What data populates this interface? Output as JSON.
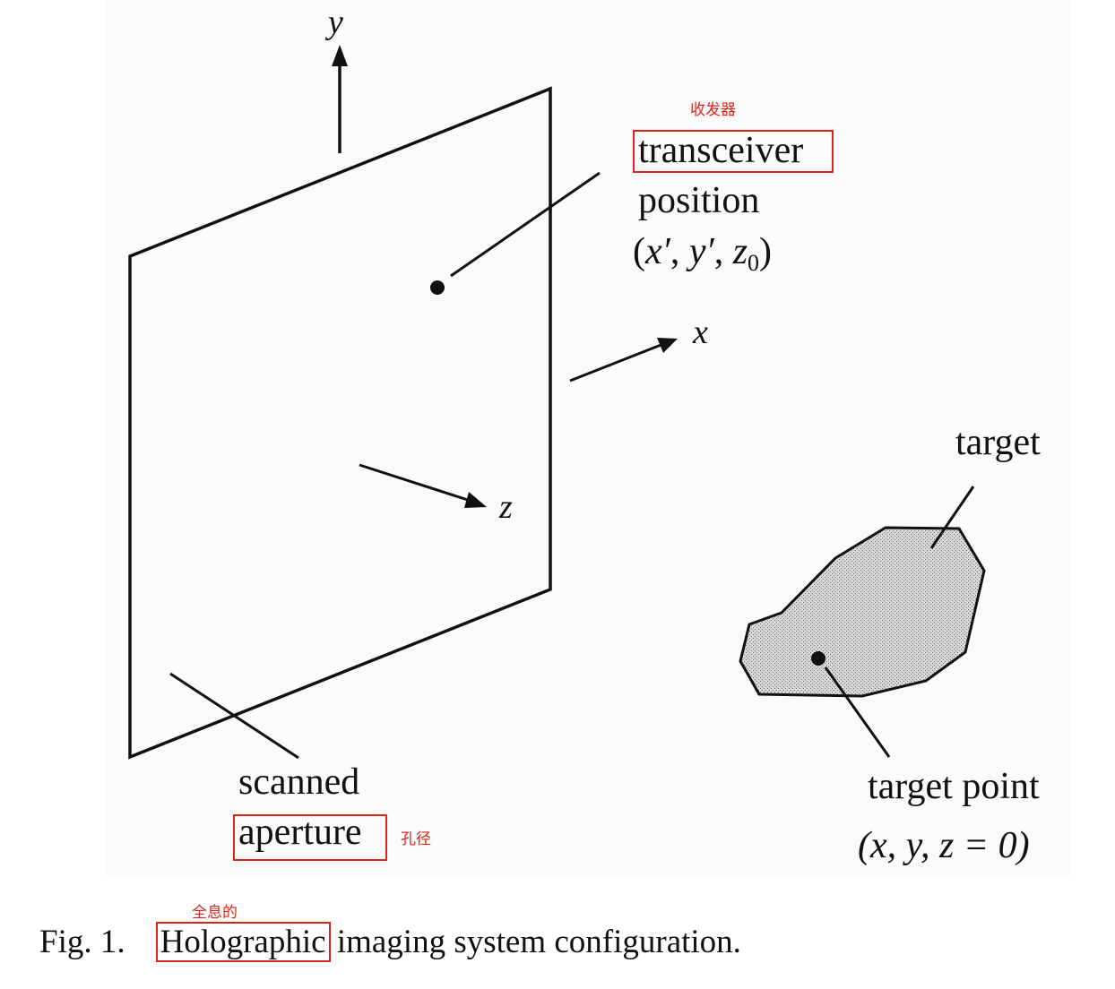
{
  "axes": {
    "x": "x",
    "y": "y",
    "z": "z"
  },
  "transceiver": {
    "line1": "transceiver",
    "line2": "position",
    "coords_open": "(",
    "coords_x": "x′",
    "coords_sep1": ", ",
    "coords_y": "y′",
    "coords_sep2": ", ",
    "coords_z": "z",
    "coords_z_sub": "0",
    "coords_close": ")"
  },
  "target": {
    "label": "target",
    "point_line1": "target point",
    "point_coords": "(x, y, z = 0)"
  },
  "aperture": {
    "line1": "scanned",
    "line2": "aperture"
  },
  "annotations": {
    "transceiver_zh": "收发器",
    "aperture_zh": "孔径",
    "holographic_zh": "全息的"
  },
  "caption": {
    "fig_label": "Fig. 1.",
    "highlight_word": "Holographic",
    "rest": "imaging system configuration."
  },
  "colors": {
    "annotation": "#d8261d",
    "ink": "#111111",
    "target_fill": "#c8c8c8"
  }
}
